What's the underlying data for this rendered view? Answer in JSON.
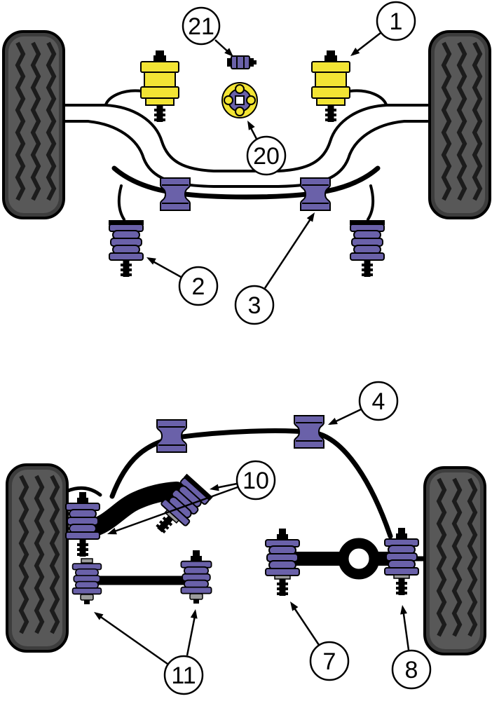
{
  "diagram": {
    "colors": {
      "page_bg": "#FFFFFF",
      "bushing": "#6A61A9",
      "mount": "#F2E434",
      "washer": "#9C9C9C",
      "tire_dark": "#3D3D3D",
      "tire_mid": "#585858",
      "tread": "#1C1C1C",
      "outline": "#000000"
    },
    "callouts": {
      "c1": {
        "label": "1"
      },
      "c2": {
        "label": "2"
      },
      "c3": {
        "label": "3"
      },
      "c4": {
        "label": "4"
      },
      "c7": {
        "label": "7"
      },
      "c8": {
        "label": "8"
      },
      "c10": {
        "label": "10"
      },
      "c11": {
        "label": "11"
      },
      "c20": {
        "label": "20"
      },
      "c21": {
        "label": "21"
      }
    }
  }
}
